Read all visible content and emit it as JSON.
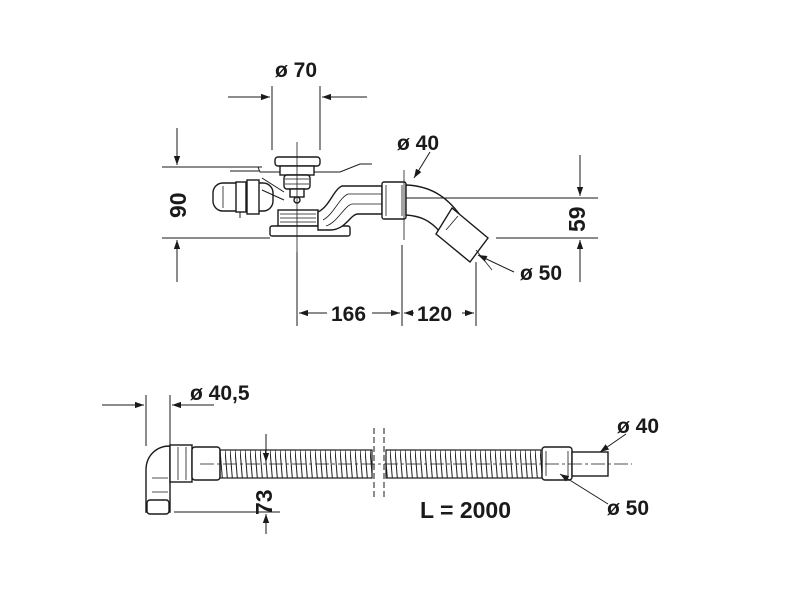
{
  "drawing": {
    "top_view": {
      "dia_drain": "ø 70",
      "height_total": "90",
      "dia_outlet": "ø 40",
      "height_outlet": "59",
      "dia_connector": "ø 50",
      "length_a": "166",
      "length_b": "120"
    },
    "bottom_view": {
      "dia_elbow": "ø 40,5",
      "height_elbow": "73",
      "length_hose": "L = 2000",
      "dia_end": "ø 40",
      "dia_sleeve": "ø 50"
    }
  }
}
